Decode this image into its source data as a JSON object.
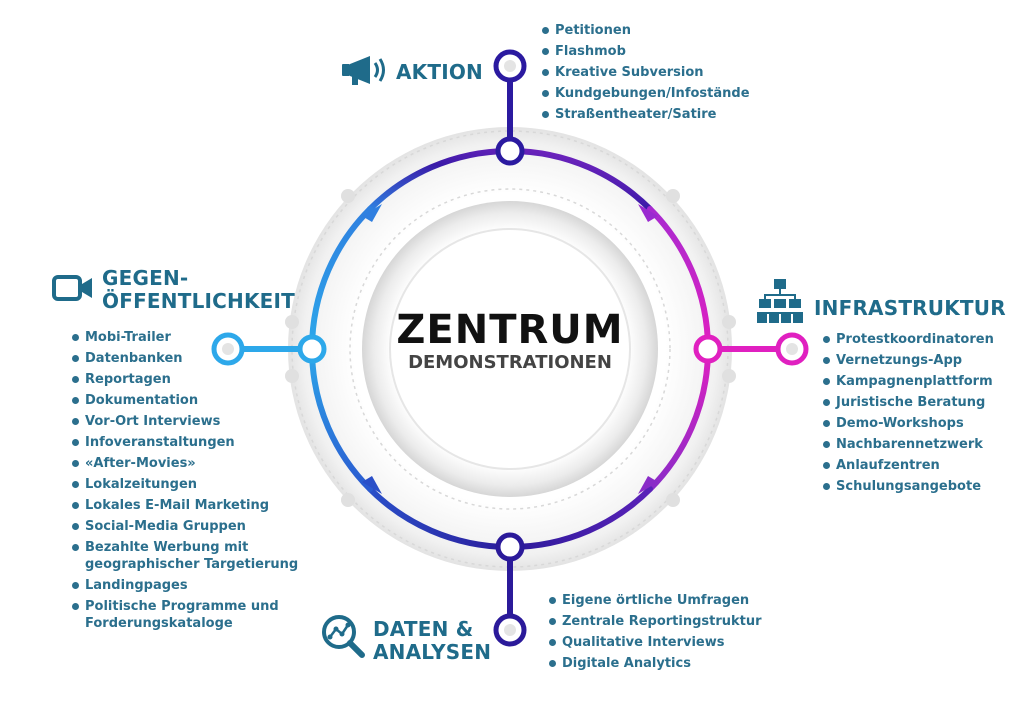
{
  "center": {
    "title": "ZENTRUM",
    "subtitle": "DEMONSTRATIONEN"
  },
  "colors": {
    "heading": "#1f6b8a",
    "bullet_text": "#2b6f8d",
    "ring_top": "#3a1aa8",
    "ring_left": "#2da8ea",
    "ring_right": "#e020c0",
    "ring_bottom": "#2b1a9a"
  },
  "sections": {
    "aktion": {
      "icon": "megaphone-icon",
      "heading": [
        "AKTION"
      ],
      "items": [
        "Petitionen",
        "Flashmob",
        "Kreative Subversion",
        "Kundgebungen/Infostände",
        "Straßentheater/Satire"
      ]
    },
    "gegen": {
      "icon": "video-camera-icon",
      "heading": [
        "GEGEN-",
        "ÖFFENTLICHKEIT"
      ],
      "items": [
        "Mobi-Trailer",
        "Datenbanken",
        "Reportagen",
        "Dokumentation",
        "Vor-Ort Interviews",
        "Infoveranstaltungen",
        "«After-Movies»",
        "Lokalzeitungen",
        "Lokales E-Mail Marketing",
        "Social-Media Gruppen",
        "Bezahlte Werbung mit geographischer Targetierung",
        "Landingpages",
        "Politische Programme und Forderungskataloge"
      ]
    },
    "infra": {
      "icon": "hierarchy-icon",
      "heading": [
        "INFRASTRUKTUR"
      ],
      "items": [
        "Protestkoordinatoren",
        "Vernetzungs-App",
        "Kampagnenplattform",
        "Juristische Beratung",
        "Demo-Workshops",
        "Nachbarennetzwerk",
        "Anlaufzentren",
        "Schulungsangebote"
      ]
    },
    "daten": {
      "icon": "analytics-magnifier-icon",
      "heading": [
        "DATEN &",
        "ANALYSEN"
      ],
      "items": [
        "Eigene örtliche Umfragen",
        "Zentrale Reportingstruktur",
        "Qualitative Interviews",
        "Digitale Analytics"
      ]
    }
  }
}
